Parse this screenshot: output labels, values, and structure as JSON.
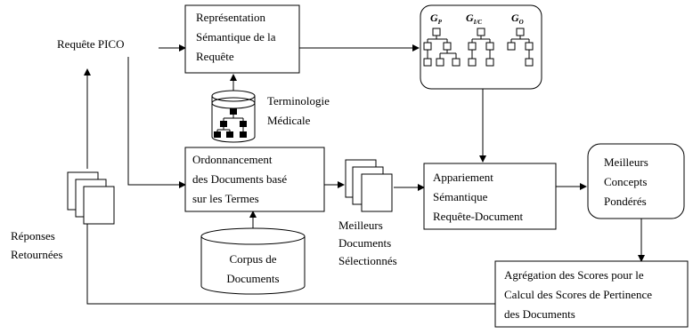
{
  "nodes": {
    "pico": "Requête PICO",
    "representation": [
      "Représentation",
      "Sémantique de la",
      "Requête"
    ],
    "graphs": [
      "G",
      "G",
      "G"
    ],
    "graph_subscripts": [
      "P",
      "I/C",
      "O"
    ],
    "terminologie": [
      "Terminologie",
      "Médicale"
    ],
    "ordonnancement": [
      "Ordonnancement",
      "des Documents basé",
      "sur les Termes"
    ],
    "meilleurs_docs": [
      "Meilleurs",
      "Documents",
      "Sélectionnés"
    ],
    "appariement": [
      "Appariement",
      "Sémantique",
      "Requête-Document"
    ],
    "meilleurs_concepts": [
      "Meilleurs",
      "Concepts",
      "Pondérés"
    ],
    "corpus": [
      "Corpus de",
      "Documents"
    ],
    "reponses": [
      "Réponses",
      "Retournées"
    ],
    "agregation": [
      "Agrégation des Scores pour le",
      "Calcul des Scores de Pertinence",
      "des Documents"
    ]
  }
}
